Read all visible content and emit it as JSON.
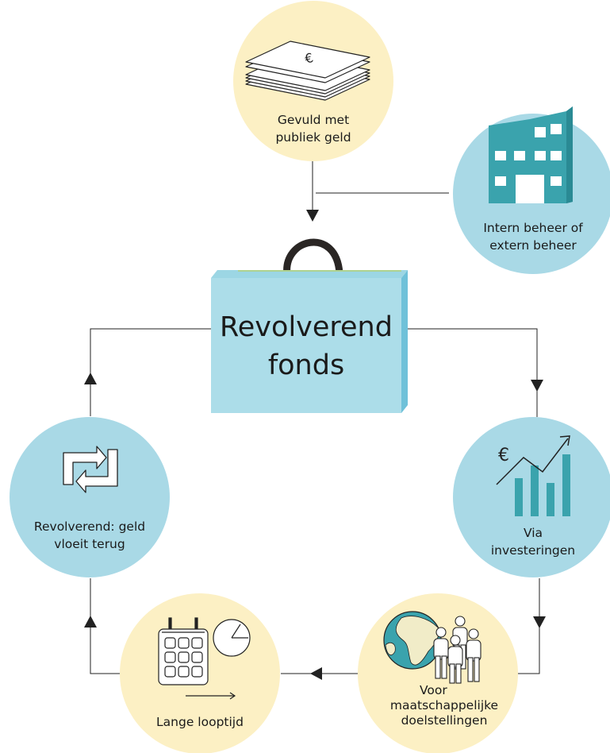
{
  "fund": {
    "title_line1": "Revolverend",
    "title_line2": "fonds"
  },
  "nodes": {
    "public_money": {
      "line1": "Gevuld met",
      "line2": "publiek geld",
      "symbol": "€"
    },
    "management": {
      "line1": "Intern beheer of",
      "line2": "extern beheer"
    },
    "investments": {
      "line1": "Via",
      "line2": "investeringen",
      "symbol": "€"
    },
    "social_goals": {
      "line1": "Voor",
      "line2": "maatschappelijke",
      "line3": "doelstellingen"
    },
    "long_term": {
      "line1": "Lange looptijd"
    },
    "revolving": {
      "line1": "Revolverend: geld",
      "line2": "vloeit terug"
    }
  },
  "colors": {
    "yellow_circle": "#fcf0c4",
    "blue_circle": "#a9d9e6",
    "bag_front": "#acdde9",
    "bag_side": "#6fc1d9",
    "teal_icon": "#3aa3ad",
    "line": "#222222"
  }
}
